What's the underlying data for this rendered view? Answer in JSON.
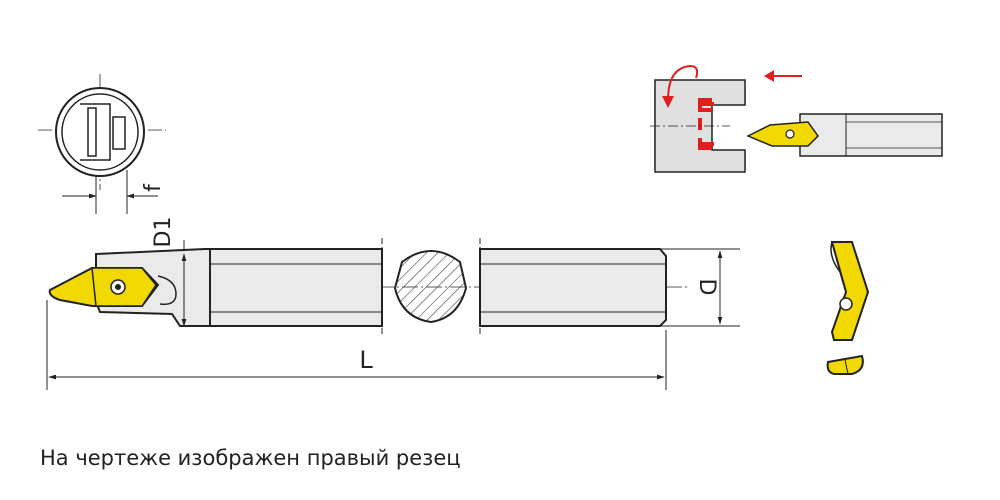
{
  "labels": {
    "f": "f",
    "d1": "D1",
    "l": "L",
    "d": "D"
  },
  "caption": "На чертеже изображен правый резец",
  "colors": {
    "line": "#222222",
    "body_fill": "#e8e8e8",
    "insert": "#f0d800",
    "arrow": "#e02020"
  }
}
